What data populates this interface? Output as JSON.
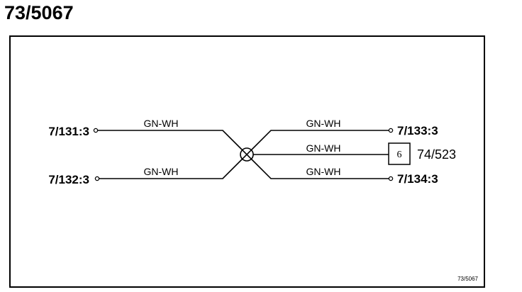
{
  "title": "73/5067",
  "corner_label": "73/5067",
  "splice": {
    "symbol": "splice-cross-circle-icon"
  },
  "wires": [
    {
      "id": "left-top",
      "color_code": "GN-WH",
      "terminal": "7/131:3"
    },
    {
      "id": "left-bottom",
      "color_code": "GN-WH",
      "terminal": "7/132:3"
    },
    {
      "id": "right-top",
      "color_code": "GN-WH",
      "terminal": "7/133:3"
    },
    {
      "id": "right-middle",
      "color_code": "GN-WH",
      "connector_pin": "6",
      "connector_ref": "74/523"
    },
    {
      "id": "right-bottom",
      "color_code": "GN-WH",
      "terminal": "7/134:3"
    }
  ],
  "colors": {
    "line": "#000000",
    "background": "#ffffff"
  }
}
